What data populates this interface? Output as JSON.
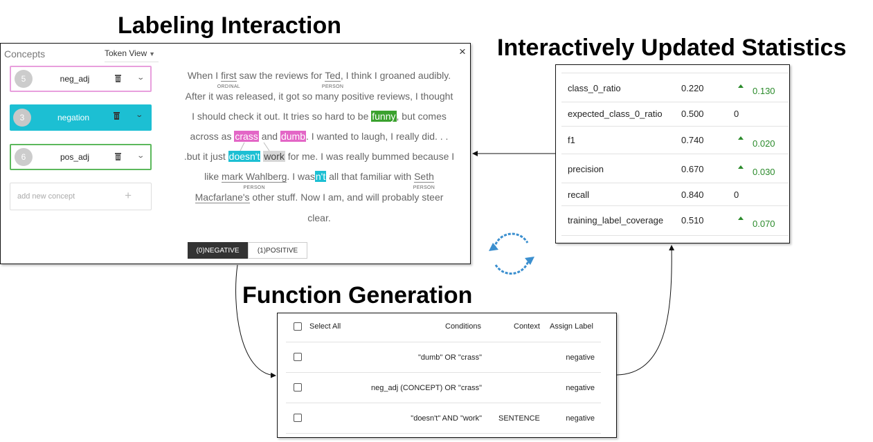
{
  "titles": {
    "labeling": "Labeling Interaction",
    "stats": "Interactively Updated Statistics",
    "function": "Function Generation"
  },
  "labeling": {
    "concepts_title": "Concepts",
    "view_selector": "Token View",
    "close_label": "×",
    "concepts": [
      {
        "count": "5",
        "name": "neg_adj",
        "color": "#e89fdd"
      },
      {
        "count": "3",
        "name": "negation",
        "color": "#1cbfd3"
      },
      {
        "count": "6",
        "name": "pos_adj",
        "color": "#5cb85c"
      }
    ],
    "add_concept_placeholder": "add new concept",
    "add_icon": "+",
    "text": {
      "l1_a": "When I ",
      "l1_first": "first",
      "l1_first_tag": "ORDINAL",
      "l1_b": " saw the reviews for ",
      "l1_ted": "Ted",
      "l1_ted_tag": "PERSON",
      "l1_c": ", I think I groaned audibly.",
      "l2": "After it was released, it got so many positive reviews, I thought",
      "l3_a": "I should check it out. It tries so hard to be ",
      "l3_funny": "funny",
      "l3_b": ", but comes",
      "l4_a": "across as ",
      "l4_crass": "crass",
      "l4_b": " and ",
      "l4_dumb": "dumb",
      "l4_c": ". I wanted to laugh, I really did. . .",
      "l5_a": ".but it just ",
      "l5_doesnt": "doesn't",
      "l5_b": " ",
      "l5_work": "work",
      "l5_c": " for me. I was really bummed because I",
      "l6_a": "like ",
      "l6_mark": "mark Wahlberg",
      "l6_mark_tag": "PERSON",
      "l6_b": ". I was",
      "l6_nt": "n't",
      "l6_c": " all that familiar with ",
      "l6_seth": "Seth",
      "l6_seth_tag": "PERSON",
      "l7_a": "Macfarlane's",
      "l7_b": " other stuff. Now I am, and will probably steer",
      "l8": "clear."
    },
    "buttons": {
      "negative": "(0)NEGATIVE",
      "positive": "(1)POSITIVE"
    }
  },
  "stats": {
    "rows": [
      {
        "name": "class_0_ratio",
        "value": "0.220",
        "change": "0.130",
        "direction": "up"
      },
      {
        "name": "expected_class_0_ratio",
        "value": "0.500",
        "change": "0",
        "direction": "none"
      },
      {
        "name": "f1",
        "value": "0.740",
        "change": "0.020",
        "direction": "up"
      },
      {
        "name": "precision",
        "value": "0.670",
        "change": "0.030",
        "direction": "up"
      },
      {
        "name": "recall",
        "value": "0.840",
        "change": "0",
        "direction": "none"
      },
      {
        "name": "training_label_coverage",
        "value": "0.510",
        "change": "0.070",
        "direction": "up"
      }
    ]
  },
  "functions": {
    "headers": {
      "select_all": "Select All",
      "conditions": "Conditions",
      "context": "Context",
      "assign_label": "Assign Label"
    },
    "rows": [
      {
        "conditions": "\"dumb\" OR \"crass\"",
        "context": "",
        "label": "negative"
      },
      {
        "conditions": "neg_adj (CONCEPT) OR \"crass\"",
        "context": "",
        "label": "negative"
      },
      {
        "conditions": "\"doesn't\" AND \"work\"",
        "context": "SENTENCE",
        "label": "negative"
      }
    ]
  },
  "colors": {
    "highlight_green": "#3aa12e",
    "highlight_pink": "#e366c6",
    "highlight_cyan": "#1cbfd3",
    "cycle_icon": "#3b8fcf",
    "stat_increase": "#2a8a2a"
  }
}
